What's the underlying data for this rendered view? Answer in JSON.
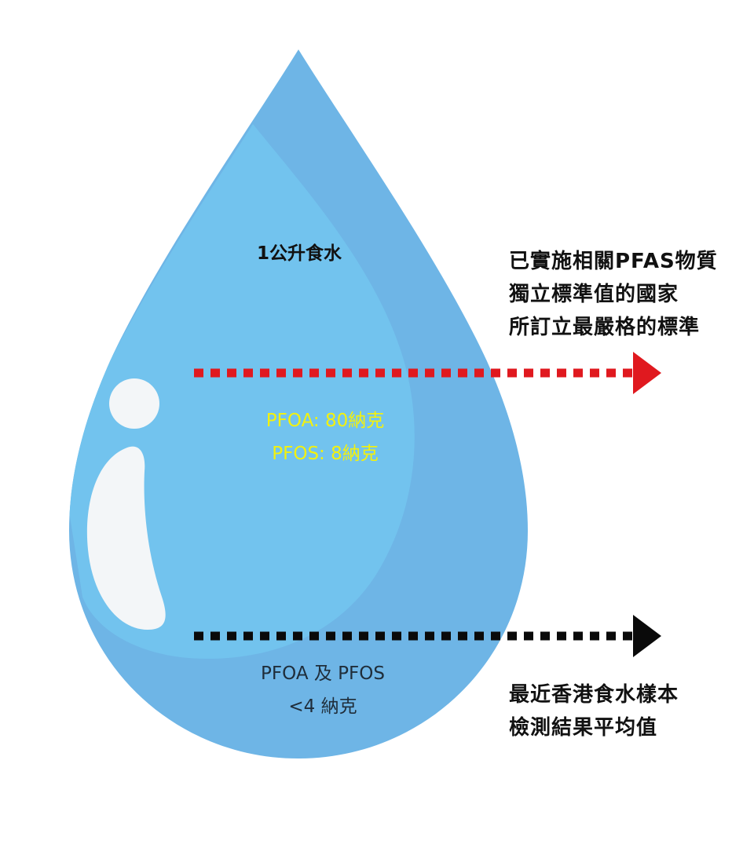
{
  "drop": {
    "title": "1公升食水",
    "standard_lines": [
      "PFOA: 80納克",
      "PFOS: 8納克"
    ],
    "sample_lines": [
      "PFOA 及 PFOS",
      "<4 納克"
    ]
  },
  "annotations": {
    "standard": [
      "已實施相關PFAS物質",
      "獨立標準值的國家",
      "所訂立最嚴格的標準"
    ],
    "sample": [
      "最近香港食水樣本",
      "檢測結果平均值"
    ]
  },
  "colors": {
    "drop_dark": "#6eb5e6",
    "drop_light": "#72c3ee",
    "icon": "#f3f6f8",
    "standard_arrow": "#e0191f",
    "sample_arrow": "#0a0a0a",
    "standard_text": "#f3f10e",
    "sample_text": "#1f2d3a"
  },
  "icons": {
    "info": "info-i-icon",
    "standard_arrow": "arrow-right-icon",
    "sample_arrow": "arrow-right-icon"
  }
}
